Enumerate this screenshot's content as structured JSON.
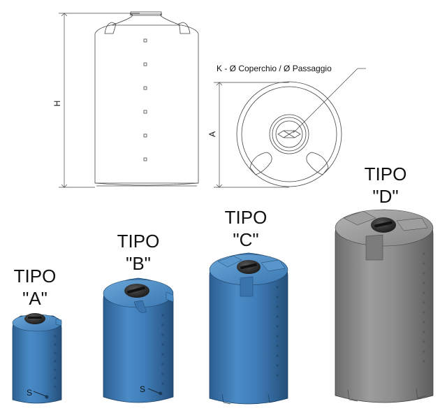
{
  "drawing": {
    "dim_height": "H",
    "dim_diameter": "A",
    "callout_lid": "K - Ø Coperchio / Ø Passaggio"
  },
  "tanks": [
    {
      "id": "A",
      "tipo": "TIPO",
      "code": "\"A\"",
      "outlet_label": "S",
      "color": "#3c78b4"
    },
    {
      "id": "B",
      "tipo": "TIPO",
      "code": "\"B\"",
      "outlet_label": "S",
      "color": "#3c78b4"
    },
    {
      "id": "C",
      "tipo": "TIPO",
      "code": "\"C\"",
      "color": "#3c78b4"
    },
    {
      "id": "D",
      "tipo": "TIPO",
      "code": "\"D\"",
      "color": "#8a8a8a"
    }
  ]
}
